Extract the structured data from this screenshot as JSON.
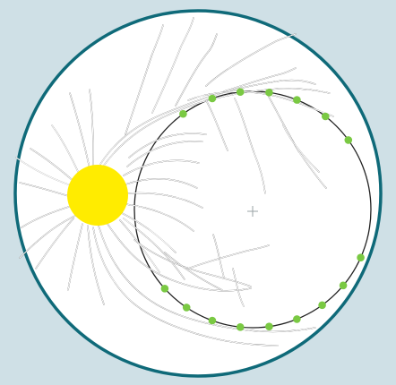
{
  "diagram": {
    "type": "fundus-schematic",
    "background_color": "#cfe0e6",
    "fundus_border_color": "#0f6a79",
    "fundus_fill": "#ffffff",
    "optic_disc_color": "#ffec00",
    "laser_spot_color": "#7ac943",
    "center_marker": "crosshair",
    "laser_spot_count": 16
  }
}
